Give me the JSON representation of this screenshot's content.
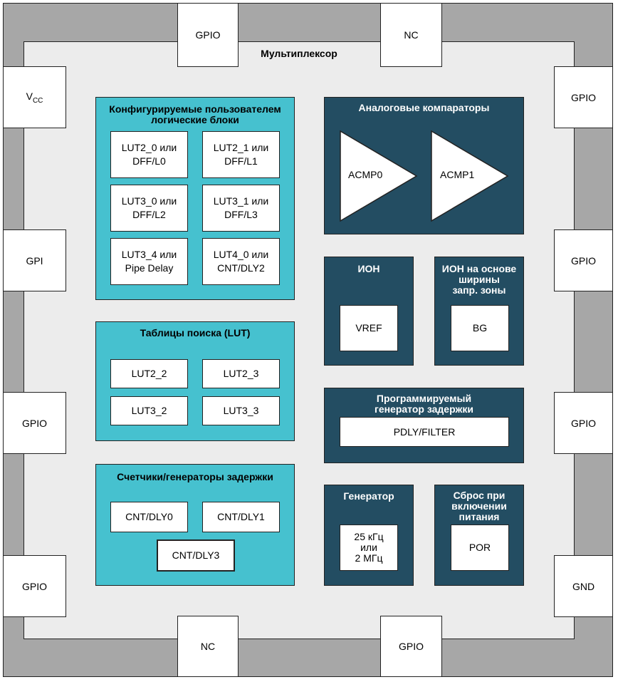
{
  "multiplexer_label": "Мультиплексор",
  "pins": {
    "top_1": "GPIO",
    "top_2": "NC",
    "left_1": "V",
    "left_1_sub": "CC",
    "left_2": "GPI",
    "left_3": "GPIO",
    "left_4": "GPIO",
    "right_1": "GPIO",
    "right_2": "GPIO",
    "right_3": "GPIO",
    "right_4": "GND",
    "bottom_1": "NC",
    "bottom_2": "GPIO"
  },
  "clb": {
    "title": "Конфигурируемые пользователем\nлогические блоки",
    "cells": [
      "LUT2_0 или\nDFF/L0",
      "LUT2_1 или\nDFF/L1",
      "LUT3_0 или\nDFF/L2",
      "LUT3_1 или\nDFF/L3",
      "LUT3_4 или\nPipe Delay",
      "LUT4_0 или\nCNT/DLY2"
    ]
  },
  "lut": {
    "title": "Таблицы поиска (LUT)",
    "cells": [
      "LUT2_2",
      "LUT2_3",
      "LUT3_2",
      "LUT3_3"
    ]
  },
  "counters": {
    "title": "Счетчики/генераторы задержки",
    "cells": [
      "CNT/DLY0",
      "CNT/DLY1",
      "CNT/DLY3"
    ]
  },
  "acmp": {
    "title": "Аналоговые компараторы",
    "comparators": [
      "ACMP0",
      "ACMP1"
    ]
  },
  "vref": {
    "title": "ИОН",
    "cell": "VREF"
  },
  "bandgap": {
    "title": "ИОН на основе\nширины\nзапр. зоны",
    "cell": "BG"
  },
  "pdly": {
    "title": "Программируемый\nгенератор задержки",
    "cell": "PDLY/FILTER"
  },
  "osc": {
    "title": "Генератор",
    "cell": "25 кГц\nили\n2 МГц"
  },
  "por": {
    "title": "Сброс при\nвключении\nпитания",
    "cell": "POR"
  },
  "colors": {
    "teal": "#46c1cf",
    "navy": "#234d62",
    "frame": "#a7a7a7",
    "mux": "#ececec"
  }
}
